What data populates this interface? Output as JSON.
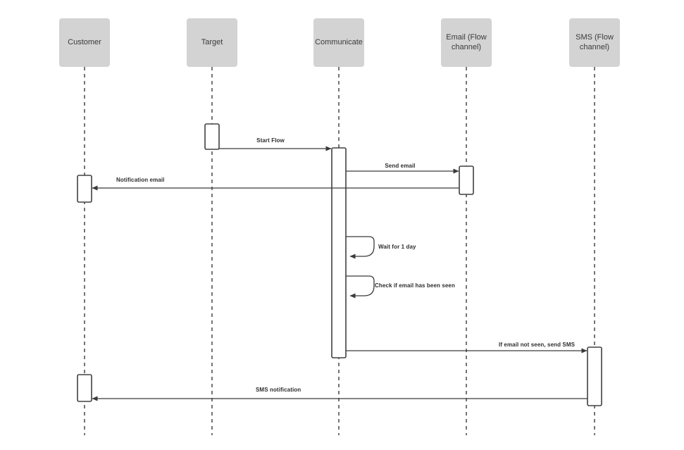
{
  "diagram": {
    "type": "sequence-diagram",
    "colors": {
      "background": "#ffffff",
      "header_fill": "#d3d3d3",
      "line": "#3a3a3a",
      "activation_fill": "#ffffff",
      "activation_stroke": "#404040",
      "label_text": "#2d2d2d",
      "header_text": "#3a3a3a"
    },
    "lifelines": [
      {
        "id": "customer",
        "label": "Customer"
      },
      {
        "id": "target",
        "label": "Target"
      },
      {
        "id": "communicate",
        "label": "Communicate"
      },
      {
        "id": "email-flow-channel",
        "label": "Email (Flow channel)"
      },
      {
        "id": "sms-flow-channel",
        "label": "SMS (Flow channel)"
      }
    ],
    "messages": [
      {
        "from": "Target",
        "to": "Communicate",
        "label": "Start Flow",
        "kind": "arrow"
      },
      {
        "from": "Communicate",
        "to": "Email (Flow channel)",
        "label": "Send email",
        "kind": "arrow"
      },
      {
        "from": "Email (Flow channel)",
        "to": "Customer",
        "label": "Notification email",
        "kind": "arrow"
      },
      {
        "from": "Communicate",
        "to": "Communicate",
        "label": "Wait for 1 day",
        "kind": "self"
      },
      {
        "from": "Communicate",
        "to": "Communicate",
        "label": "Check if email has been seen",
        "kind": "self"
      },
      {
        "from": "Communicate",
        "to": "SMS (Flow channel)",
        "label": "If email not seen, send SMS",
        "kind": "arrow"
      },
      {
        "from": "SMS (Flow channel)",
        "to": "Customer",
        "label": "SMS notification",
        "kind": "arrow"
      }
    ]
  }
}
